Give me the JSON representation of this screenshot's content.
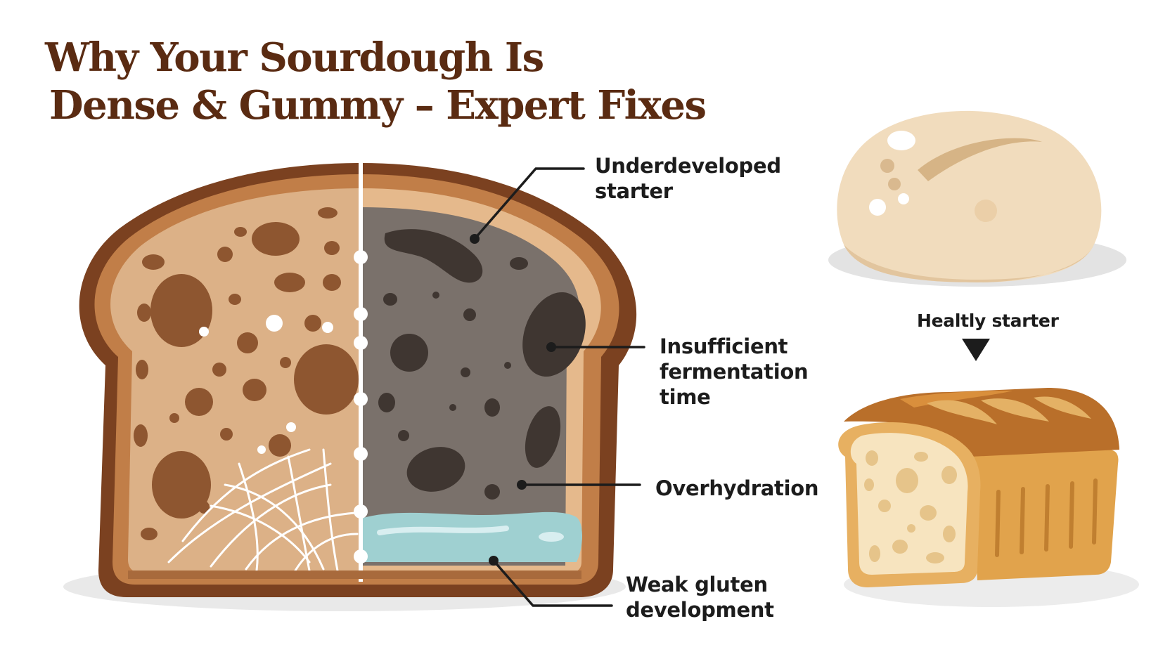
{
  "title": {
    "line1": "Why Your Sourdough Is",
    "line2": "Dense & Gummy – Expert Fixes"
  },
  "callouts": {
    "underdeveloped_starter": {
      "line1": "Underdeveloped",
      "line2": "starter"
    },
    "insufficient_fermentation": {
      "line1": "Insufficient",
      "line2": "fermentation",
      "line3": "time"
    },
    "overhydration": {
      "line1": "Overhydration"
    },
    "weak_gluten": {
      "line1": "Weak gluten",
      "line2": "development"
    }
  },
  "healthy_label": "Healtly starter",
  "icons": [
    "bread-slice-cross-section-icon",
    "dough-ball-icon",
    "down-arrow-icon",
    "bread-loaf-icon"
  ],
  "colors": {
    "title": "#5a2b12",
    "crust": "#7b4120",
    "crumb_light": "#d9ad82",
    "crumb_dense": "#7a716b",
    "water": "#9fd0d1",
    "text": "#1c1c1c"
  }
}
